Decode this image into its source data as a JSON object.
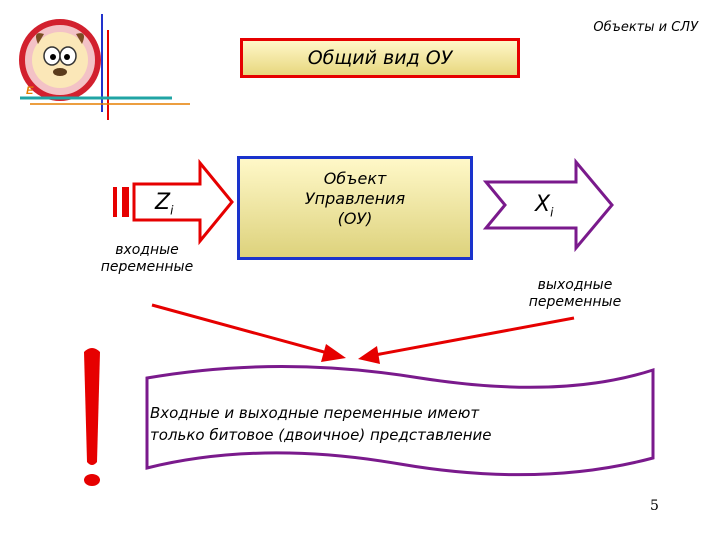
{
  "header": {
    "subtitle": "Объекты и СЛУ"
  },
  "title": "Общий вид ОУ",
  "object_box": {
    "line1": "Объект",
    "line2": "Управления",
    "line3": "(ОУ)"
  },
  "input": {
    "symbol": "Z",
    "index": "i",
    "label_line1": "входные",
    "label_line2": "переменные"
  },
  "output": {
    "symbol": "X",
    "index": "i",
    "label_line1": "выходные",
    "label_line2": "переменные"
  },
  "note": {
    "line1": "Входные и выходные переменные имеют",
    "line2": "только битовое (двоичное) представление"
  },
  "page_number": "5",
  "colors": {
    "title_border": "#e60000",
    "object_border": "#1a33cc",
    "input_arrow": "#e60000",
    "output_arrow": "#7a1a8c",
    "pointer_arrows": "#e60000",
    "scroll_border": "#7a1a8c",
    "exclamation": "#e60000"
  }
}
